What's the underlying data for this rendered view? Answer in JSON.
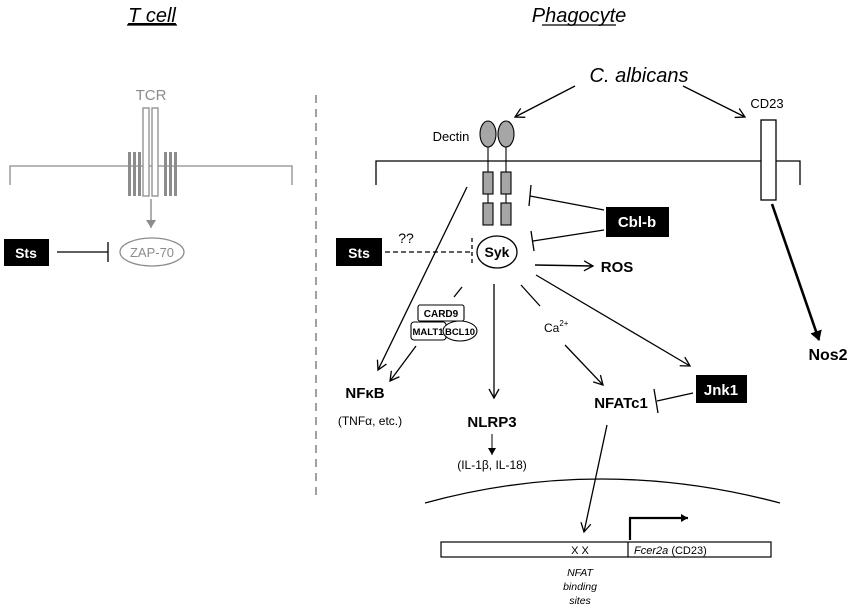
{
  "panels": {
    "t_cell": "T cell",
    "phagocyte": "Phagocyte"
  },
  "t_cell": {
    "tcr": "TCR",
    "zap70": "ZAP-70",
    "sts": "Sts"
  },
  "phagocyte": {
    "pathogen": "C. albicans",
    "dectin": "Dectin",
    "cd23": "CD23",
    "cblb": "Cbl-b",
    "sts": "Sts",
    "unknown": "??",
    "syk": "Syk",
    "ros": "ROS",
    "card9": "CARD9",
    "malt1": "MALT1",
    "bcl10": "BCL10",
    "calcium": "Ca",
    "calcium_sup": "2+",
    "nfkb": "NFκB",
    "nfkb_products": "(TNFα, etc.)",
    "nlrp3": "NLRP3",
    "nlrp3_products": "(IL-1β, IL-18)",
    "nfatc1": "NFATc1",
    "jnk1": "Jnk1",
    "nos2": "Nos2",
    "binding_marks": "X X",
    "gene": "Fcer2a",
    "gene_alias": "(CD23)",
    "nfat_sites": [
      "NFAT",
      "binding",
      "sites"
    ]
  },
  "colors": {
    "black_box": "#000000",
    "gray_tcell": "#8c8c8c",
    "dectin_fill": "#a6a6a6"
  }
}
